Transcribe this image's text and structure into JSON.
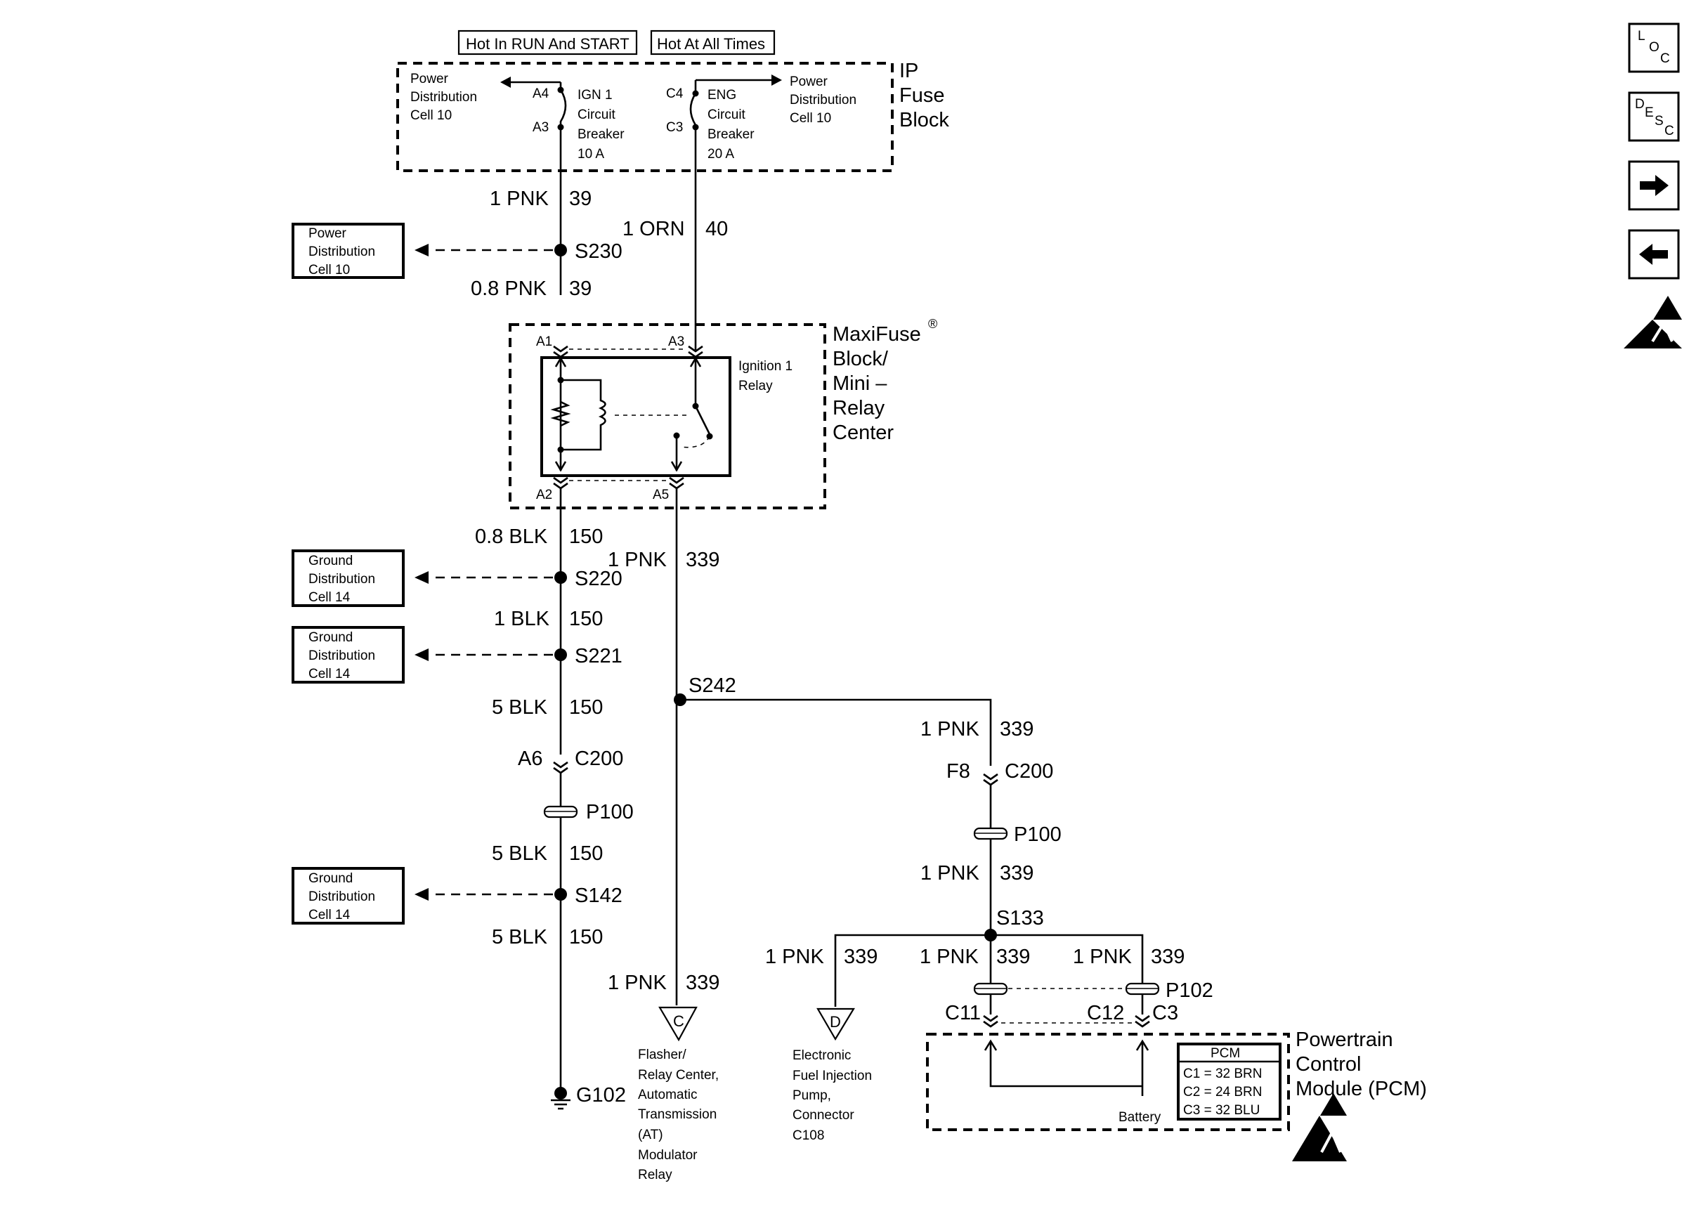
{
  "header": {
    "hot_run_start": "Hot In RUN And START",
    "hot_all_times": "Hot At All Times"
  },
  "ip_fuse_block": {
    "title_lines": [
      "IP",
      "Fuse",
      "Block"
    ],
    "left_ref_lines": [
      "Power",
      "Distribution",
      "Cell 10"
    ],
    "right_ref_lines": [
      "Power",
      "Distribution",
      "Cell 10"
    ],
    "pin_a4": "A4",
    "pin_a3": "A3",
    "pin_c4": "C4",
    "pin_c3": "C3",
    "ign_cb_lines": [
      "IGN 1",
      "Circuit",
      "Breaker",
      "10 A"
    ],
    "eng_cb_lines": [
      "ENG",
      "Circuit",
      "Breaker",
      "20 A"
    ]
  },
  "wires": {
    "w1_size": "1 PNK",
    "w1_circuit": "39",
    "w2_size": "1 ORN",
    "w2_circuit": "40",
    "w3_size": "0.8 PNK",
    "w3_circuit": "39",
    "w4_size": "0.8 BLK",
    "w4_circuit": "150",
    "w5_size": "1 PNK",
    "w5_circuit": "339",
    "w6_size": "1 BLK",
    "w6_circuit": "150",
    "w7_size": "5 BLK",
    "w7_circuit": "150",
    "w8_size": "5 BLK",
    "w8_circuit": "150",
    "w9_size": "5 BLK",
    "w9_circuit": "150",
    "w10_size": "1 PNK",
    "w10_circuit": "339",
    "w11_size": "1 PNK",
    "w11_circuit": "339",
    "w12_size": "1 PNK",
    "w12_circuit": "339",
    "w13_size": "1 PNK",
    "w13_circuit": "339",
    "w14_size": "1 PNK",
    "w14_circuit": "339",
    "w15_size": "1 PNK",
    "w15_circuit": "339"
  },
  "refs": {
    "s230_ref_lines": [
      "Power",
      "Distribution",
      "Cell 10"
    ],
    "s220_ref_lines": [
      "Ground",
      "Distribution",
      "Cell 14"
    ],
    "s221_ref_lines": [
      "Ground",
      "Distribution",
      "Cell 14"
    ],
    "s142_ref_lines": [
      "Ground",
      "Distribution",
      "Cell 14"
    ]
  },
  "splices": {
    "s230": "S230",
    "s220": "S220",
    "s221": "S221",
    "s242": "S242",
    "s142": "S142",
    "s133": "S133"
  },
  "maxifuse": {
    "title_lines": [
      "MaxiFuse",
      "Block/",
      "Mini –",
      "Relay",
      "Center"
    ],
    "registered": "®",
    "relay_lines": [
      "Ignition 1",
      "Relay"
    ],
    "pin_a1": "A1",
    "pin_a3": "A3",
    "pin_a2": "A2",
    "pin_a5": "A5"
  },
  "connectors": {
    "left_pin": "A6",
    "left_conn": "C200",
    "left_p100": "P100",
    "right_pin": "F8",
    "right_conn": "C200",
    "right_p100": "P100",
    "p102": "P102",
    "c11": "C11",
    "c12": "C12",
    "c3": "C3"
  },
  "ground": {
    "label": "G102"
  },
  "destinations": {
    "c_letter": "C",
    "c_lines": [
      "Flasher/",
      "Relay Center,",
      "Automatic",
      "Transmission",
      "(AT)",
      "Modulator",
      "Relay"
    ],
    "d_letter": "D",
    "d_lines": [
      "Electronic",
      "Fuel Injection",
      "Pump,",
      "Connector",
      "C108"
    ]
  },
  "pcm": {
    "title_lines": [
      "Powertrain",
      "Control",
      "Module (PCM)"
    ],
    "table_title": "PCM",
    "table_rows": [
      "C1 = 32 BRN",
      "C2 = 24 BRN",
      "C3 = 32 BLU"
    ],
    "battery": "Battery"
  },
  "nav": {
    "loc_1": "L",
    "loc_2": "O",
    "loc_3": "C",
    "desc_1": "D",
    "desc_2": "E",
    "desc_3": "S",
    "desc_4": "C",
    "next_icon": "arrow-right-icon",
    "prev_icon": "arrow-left-icon",
    "esd_icon": "esd-warning-icon"
  }
}
